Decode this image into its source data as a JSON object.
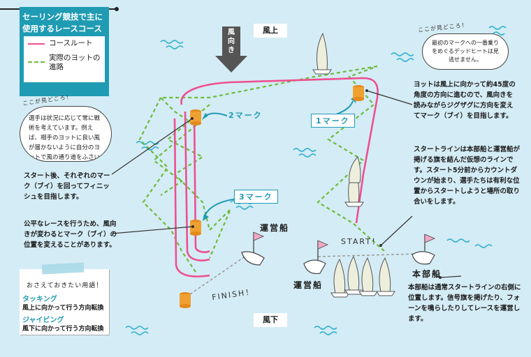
{
  "legend": {
    "title": "セーリング競技で主に使用するレースコース",
    "course_route": "コースルート",
    "yacht_path": "実際のヨットの進路",
    "route_color": "#ee4f8f",
    "path_color": "#6dbb3b",
    "accent_color": "#1f9bb3"
  },
  "wind": {
    "direction_label": "風向き",
    "upwind": "風上",
    "downwind": "風下"
  },
  "marks": {
    "mark1": "1マーク",
    "mark2": "2マーク",
    "mark3": "3マーク"
  },
  "course_labels": {
    "start": "START！",
    "finish": "FINISH！",
    "committee_boat_top": "運営船",
    "committee_boat_bottom": "運営船",
    "headquarters_boat": "本部船"
  },
  "callout_left": {
    "tag": "ここが見どころ！",
    "text": "選手は状況に応じて常に戦術を考えています。例えば、相手のヨットに良い風が届かないように自分のヨットで風の通り道をふさいだりしながら勝つチャンスを狙っています。"
  },
  "callout_right": {
    "tag": "ここが見どころ！",
    "text": "最初のマークへの一番乗りをめぐるデッドヒートは見逃せません。"
  },
  "descriptions": {
    "upwind_text": "ヨットは風上に向かって約45度の角度の方向に進むので、風向きを読みながらジグザグに方向を変えてマーク（ブイ）を目指します。",
    "start_line_text": "スタートラインは本部船と運営船が掲げる旗を結んだ仮想のラインです。スタート5分前からカウントダウンが始まり、選手たちは有利な位置からスタートしようと場所の取り合いをします。",
    "hq_text": "本部船は通常スタートラインの右側に位置します。信号旗を掲げたり、フォーンを鳴らしたりしてレースを運営します。",
    "finish_text": "スタート後、それぞれのマーク（ブイ）を回ってフィニッシュを目指します。",
    "fair_race_text": "公平なレースを行うため、風向きが変わるとマーク（ブイ）の位置を変えることがあります。"
  },
  "terms": {
    "title": "おさえておきたい用語！",
    "term1_name": "タッキング",
    "term1_desc": "風上に向かって行う方向転換",
    "term2_name": "ジャイビング",
    "term2_desc": "風下に向かって行う方向転換",
    "term_color": "#1f9bb3"
  }
}
